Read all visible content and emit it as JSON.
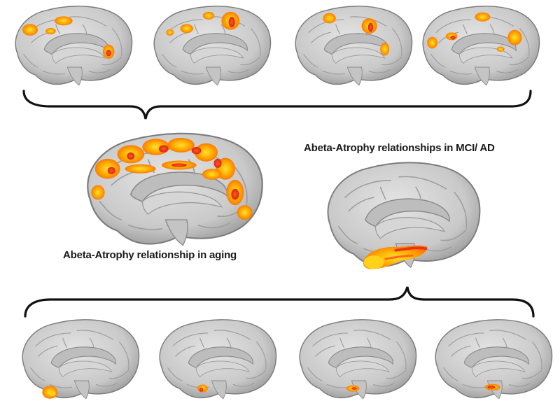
{
  "labels": {
    "mci_ad": "Abeta-Atrophy relationships in MCI/ AD",
    "aging": "Abeta-Atrophy relationship in aging"
  },
  "colors": {
    "background": "#ffffff",
    "brain_surface": "#d2d2d2",
    "brain_shadow": "#8a8a8a",
    "sulcus": "#9e9e9e",
    "activation_yellow": "#ffcc00",
    "activation_orange": "#ff8c00",
    "activation_red": "#e8321a",
    "brace": "#111111"
  },
  "panels": {
    "top_row": [
      {
        "id": "top-1",
        "activation": "frontal-parietal-occipital"
      },
      {
        "id": "top-2",
        "activation": "frontal-parietal"
      },
      {
        "id": "top-3",
        "activation": "parietal-occipital"
      },
      {
        "id": "top-4",
        "activation": "frontal-parietal-occipital"
      }
    ],
    "aging_brain": {
      "activation": "widespread-cortical"
    },
    "mci_brain": {
      "activation": "medial-temporal"
    },
    "bottom_row": [
      {
        "id": "bottom-1",
        "activation": "temporal-pole"
      },
      {
        "id": "bottom-2",
        "activation": "medial-temporal"
      },
      {
        "id": "bottom-3",
        "activation": "medial-temporal"
      },
      {
        "id": "bottom-4",
        "activation": "medial-temporal"
      }
    ]
  }
}
